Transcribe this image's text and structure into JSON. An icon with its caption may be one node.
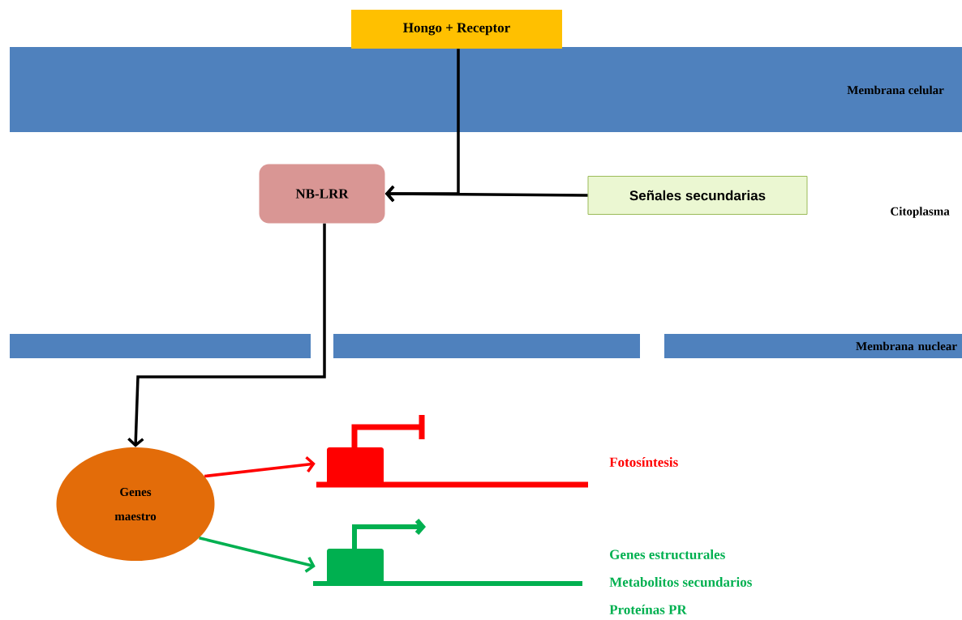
{
  "diagram": {
    "nodes": [
      {
        "text": [
          "Hongo + Receptor"
        ]
      },
      {
        "text": [
          "NB-LRR"
        ]
      },
      {
        "text": [
          "Señales secundarias"
        ]
      },
      {
        "text": [],
        "shape": "bar"
      },
      {
        "text": [],
        "shape": "bar"
      },
      {
        "text": [
          "Membrana nuclear"
        ]
      },
      {
        "text": [
          "Genes maestro"
        ]
      },
      {
        "text": [],
        "shape": "box"
      },
      {
        "text": [],
        "shape": "box"
      }
    ],
    "edges": [
      {
        "from": 0,
        "to": 1,
        "arrow": "to"
      },
      {
        "from": 2,
        "to": 1,
        "arrow": "to"
      },
      {
        "from": 1,
        "to": 6,
        "arrow": "to"
      },
      {
        "from": 6,
        "to": 7,
        "arrow": "to",
        "color": "#ff0000"
      },
      {
        "from": 6,
        "to": 8,
        "arrow": "to",
        "color": "#00b050"
      }
    ],
    "labels": [
      "Membrana celular",
      "Citoplasma",
      "Fotosíntesis",
      "Genes estructurales",
      "Metabolitos secundarios",
      "Proteínas PR"
    ]
  }
}
